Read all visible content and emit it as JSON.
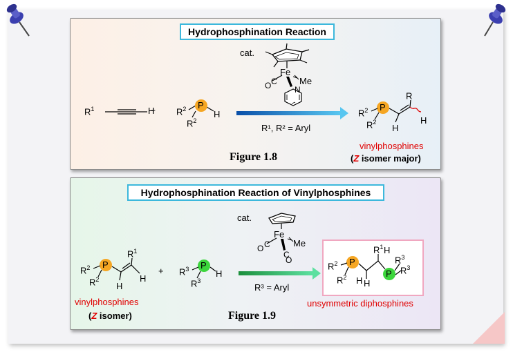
{
  "fig8": {
    "title": "Hydrophosphination Reaction",
    "cat_label": "cat.",
    "fe_label": "Fe",
    "me_label": "Me",
    "n_label": "N",
    "o_label": "O",
    "c_label": "C",
    "reactant1_R": "R",
    "reactant1_sup": "1",
    "reactant1_H": "H",
    "plus": "+",
    "p_label": "P",
    "h_label": "H",
    "r_label": "R",
    "sup2": "2",
    "conditions": "R¹, R² = Aryl",
    "figure": "Figure 1.8",
    "product_name": "vinylphosphines",
    "product_isomer_open": "(",
    "product_isomer_z": "Z",
    "product_isomer_rest": " isomer major)"
  },
  "fig9": {
    "title": "Hydrophosphination Reaction of Vinylphosphines",
    "cat_label": "cat.",
    "fe_label": "Fe",
    "me_label": "Me",
    "o_label": "O",
    "c_label": "C",
    "p_label": "P",
    "h_label": "H",
    "r_label": "R",
    "sup1": "1",
    "sup2": "2",
    "sup3": "3",
    "plus": "+",
    "conditions": "R³ = Aryl",
    "figure": "Figure 1.9",
    "reactant_name": "vinylphosphines",
    "reactant_isomer_open": "(",
    "reactant_isomer_z": "Z",
    "reactant_isomer_rest": " isomer)",
    "product_name": "unsymmetric diphosphines"
  },
  "colors": {
    "title_border": "#3cb8dc",
    "phosphorus_orange": "#f5a623",
    "phosphorus_green": "#3cd63c",
    "arrow_blue": "#1a78c8",
    "arrow_green": "#2ec06a",
    "label_red": "#e00000",
    "product_box_border": "#f0a7c0",
    "pin_blue": "#3b3fb0"
  },
  "icons": [
    "pushpin-icon-left",
    "pushpin-icon-right"
  ]
}
